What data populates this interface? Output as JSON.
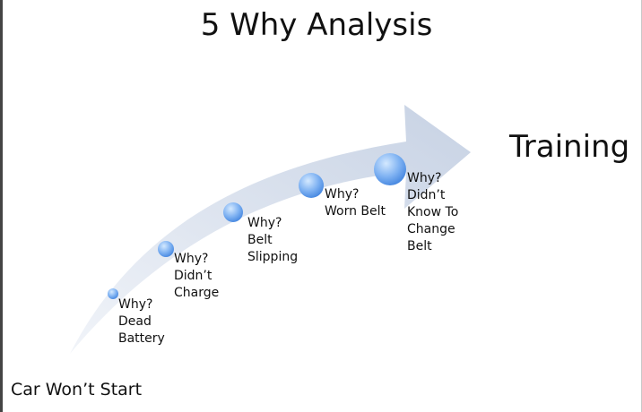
{
  "title": "5 Why Analysis",
  "start_label": "Car Won’t Start",
  "goal_label": "Training",
  "colors": {
    "arrow_fill_start": "#eef2f7",
    "arrow_fill_end": "#c9d4e6",
    "bubble_light": "#c9e2ff",
    "bubble_dark": "#4c8fe8"
  },
  "steps": [
    {
      "lines": [
        "Why?",
        "Dead",
        "Battery"
      ]
    },
    {
      "lines": [
        "Why?",
        "Didn’t",
        "Charge"
      ]
    },
    {
      "lines": [
        "Why?",
        "Belt",
        "Slipping"
      ]
    },
    {
      "lines": [
        "Why?",
        "Worn Belt"
      ]
    },
    {
      "lines": [
        "Why?",
        "Didn’t",
        "Know To",
        "Change",
        "Belt"
      ]
    }
  ]
}
